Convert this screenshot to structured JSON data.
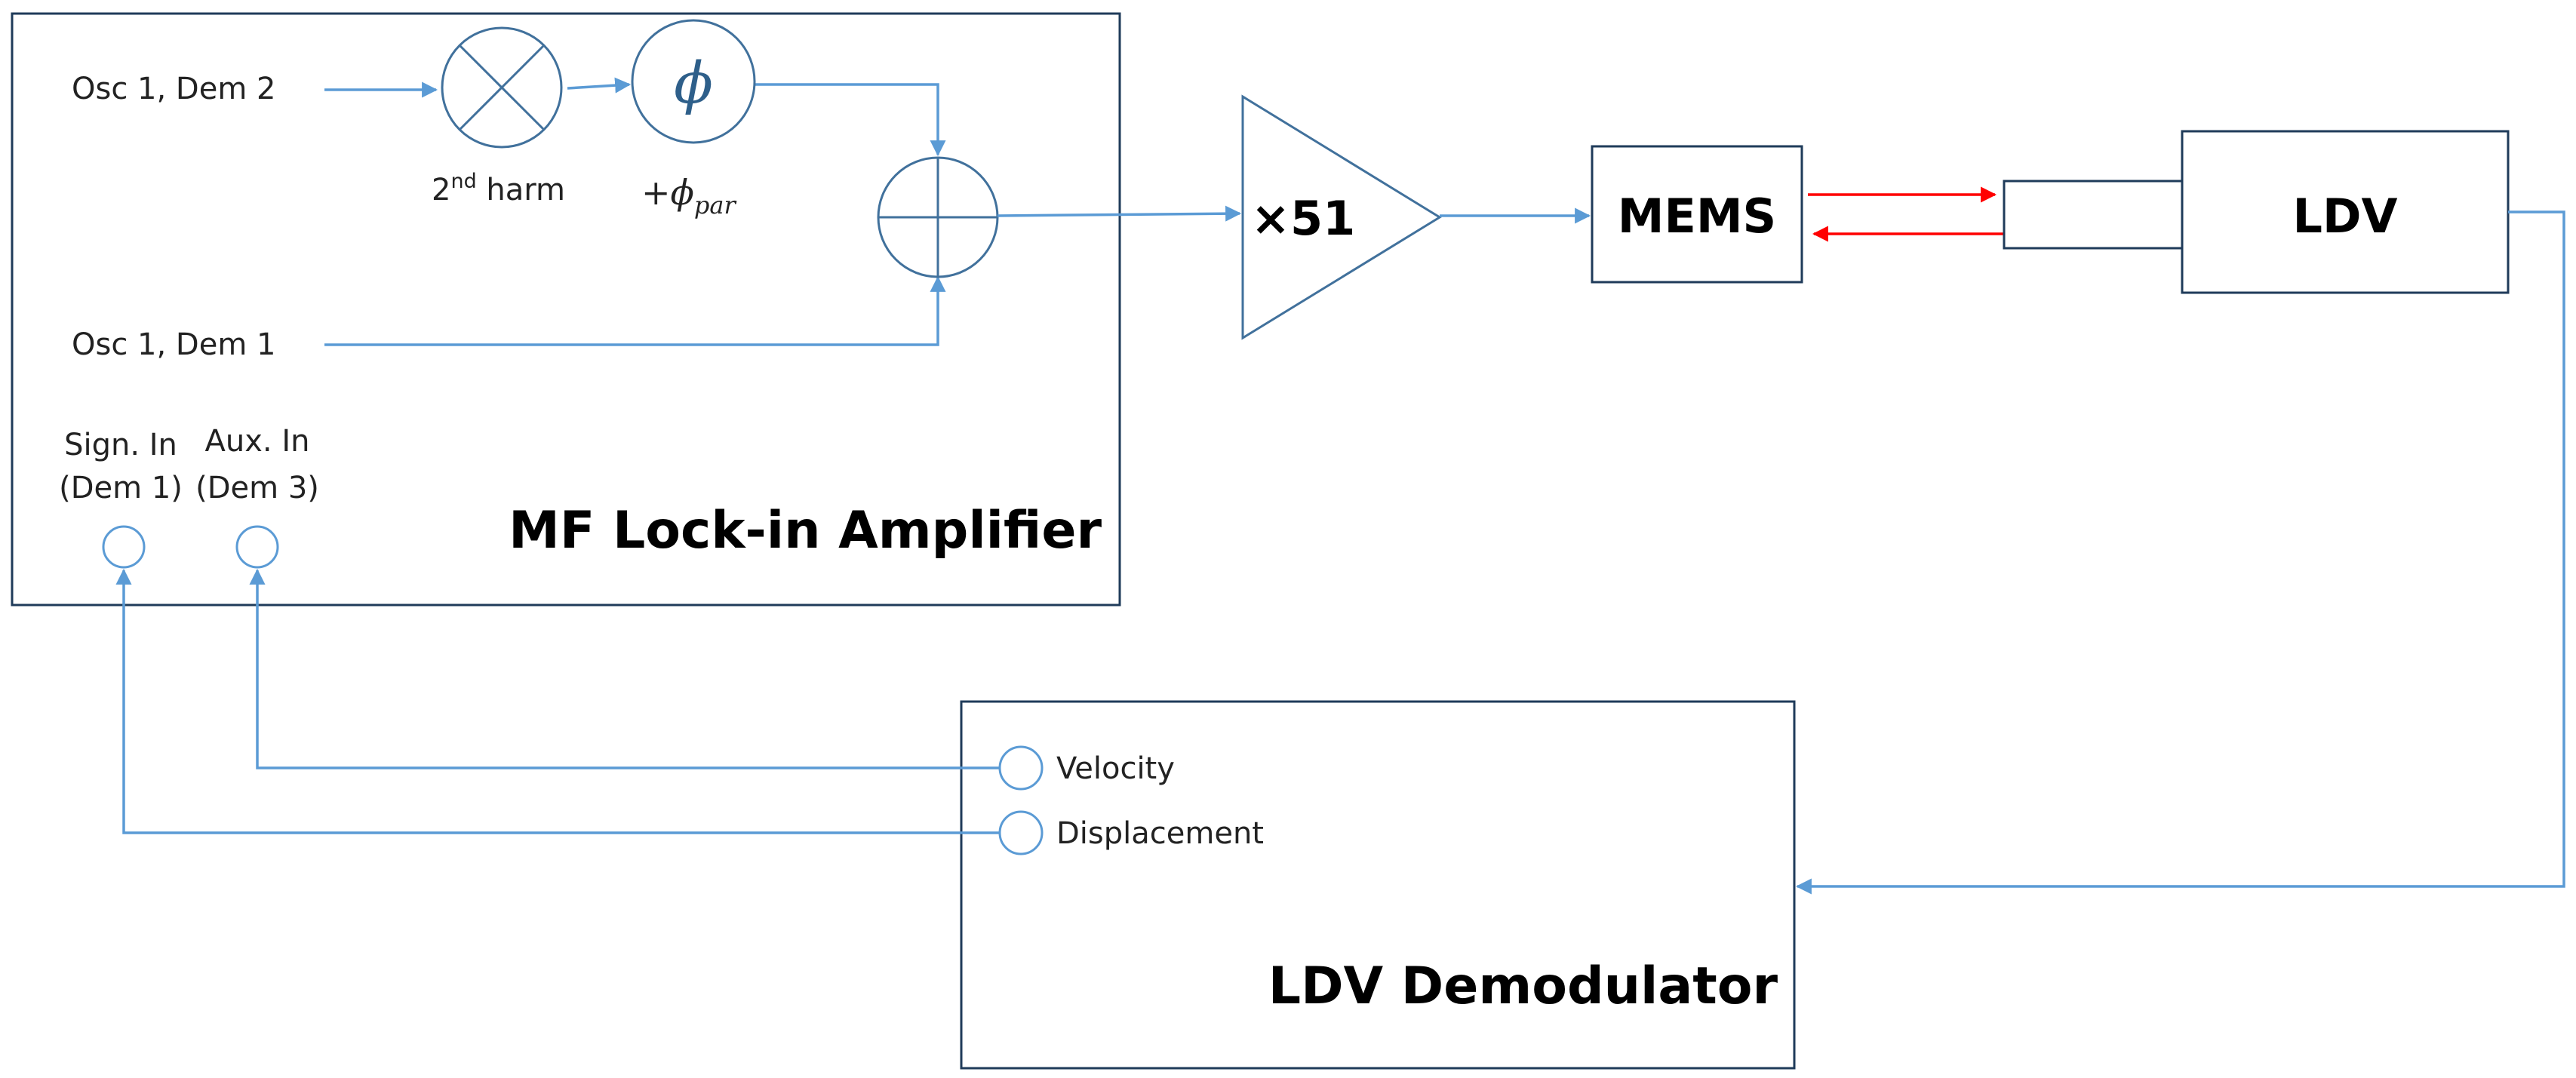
{
  "lockin": {
    "title": "MF Lock-in Amplifier",
    "input1": "Osc 1, Dem 2",
    "input2": "Osc 1, Dem 1",
    "harm_base": "2",
    "harm_sup": "nd",
    "harm_rest": " harm",
    "phase_symbol": "ϕ",
    "phase_offset_sign": "+",
    "phase_offset_var": "ϕ",
    "phase_offset_sub": "par",
    "port1_line1": "Sign. In",
    "port1_line2": "(Dem 1)",
    "port2_line1": "Aux. In",
    "port2_line2": "(Dem 3)"
  },
  "amplifier": {
    "label": "×51"
  },
  "mems": {
    "label": "MEMS"
  },
  "ldv": {
    "label": "LDV"
  },
  "demodulator": {
    "title": "LDV Demodulator",
    "port_velocity": "Velocity",
    "port_displacement": "Displacement"
  },
  "colors": {
    "wire": "#5b9bd5",
    "beam": "#ff0000",
    "box_outline": "#1f3b5a"
  }
}
